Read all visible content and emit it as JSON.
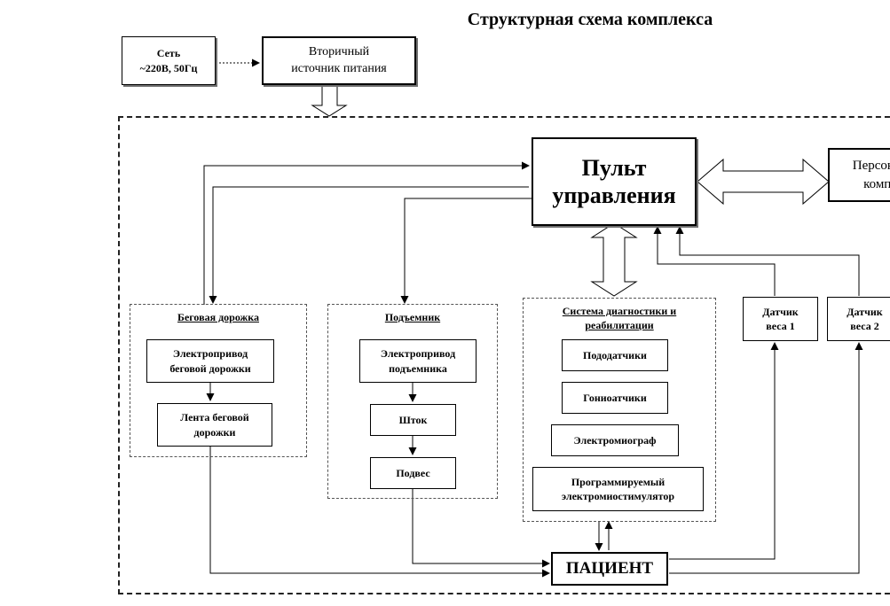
{
  "diagram": {
    "title": "Структурная схема комплекса",
    "nodes": {
      "mains": "Сеть\n~220В, 50Гц",
      "psu": "Вторичный\nисточник питания",
      "console": "Пульт\nуправления",
      "pc": "Персональный\nкомпьютер",
      "treadmill_drive": "Электропривод\nбеговой дорожки",
      "belt": "Лента беговой\nдорожки",
      "lift_drive": "Электропривод\nподъемника",
      "rod": "Шток",
      "suspension": "Подвес",
      "podosensors": "Пододатчики",
      "goniosensors": "Гониоатчики",
      "emg": "Электромиограф",
      "stimulator": "Программируемый\nэлектромиостимулятор",
      "weight1": "Датчик\nвеса 1",
      "weight2": "Датчик\nвеса 2",
      "patient": "ПАЦИЕНТ"
    },
    "groups": {
      "treadmill": "Беговая дорожка",
      "lift": "Подъемник",
      "diagnostics": "Система  диагностики и\nреабилитации"
    }
  }
}
